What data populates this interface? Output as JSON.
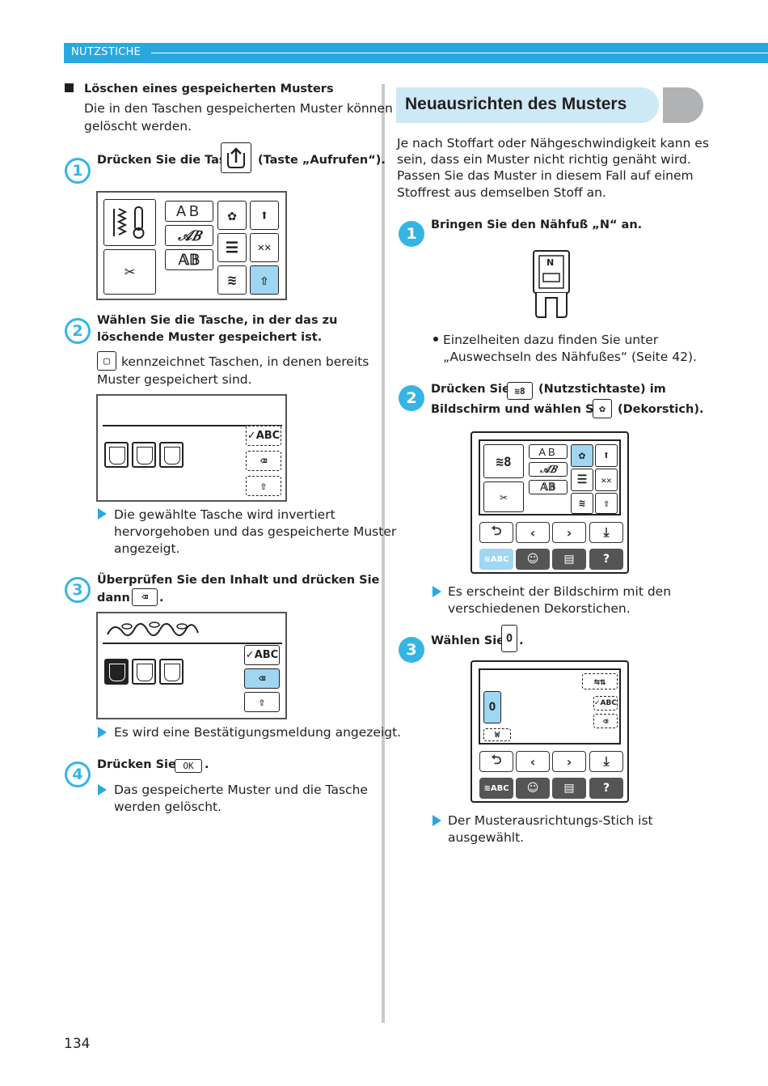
{
  "header": {
    "section": "NUTZSTICHE"
  },
  "page_number": "134",
  "left": {
    "heading": "Löschen eines gespeicherten Musters",
    "intro": [
      "Die in den Taschen gespeicherten Muster können",
      "gelöscht werden."
    ],
    "step1": {
      "num": "1",
      "before": "Drücken Sie die Taste",
      "after": "(Taste „Aufrufen“)."
    },
    "step2": {
      "num": "2",
      "line1": "Wählen Sie die Tasche, in der das zu",
      "line2": "löschende Muster gespeichert ist.",
      "note1": "kennzeichnet Taschen, in denen bereits",
      "note2": "Muster gespeichert sind.",
      "result": [
        "Die gewählte Tasche wird invertiert",
        "hervorgehoben und das gespeicherte Muster",
        "angezeigt."
      ]
    },
    "step3": {
      "num": "3",
      "line1": "Überprüfen Sie den Inhalt und drücken Sie",
      "line2": "dann",
      "result": "Es wird eine Bestätigungsmeldung angezeigt."
    },
    "step4": {
      "num": "4",
      "before": "Drücken Sie",
      "ok_label": "OK",
      "result": [
        "Das gespeicherte Muster und die Tasche",
        "werden gelöscht."
      ]
    },
    "abc_label": "ABC"
  },
  "right": {
    "title": "Neuausrichten des Musters",
    "intro": [
      "Je nach Stoffart oder Nähgeschwindigkeit kann es",
      "sein, dass ein Muster nicht richtig genäht wird.",
      "Passen Sie das Muster in diesem Fall auf einem",
      "Stoffrest aus demselben Stoff an."
    ],
    "step1": {
      "num": "1",
      "text": "Bringen Sie den Nähfuß „N“ an.",
      "foot_letter": "N",
      "bullet": [
        "Einzelheiten dazu finden Sie unter",
        "„Auswechseln des Nähfußes“ (Seite 42)."
      ]
    },
    "step2": {
      "num": "2",
      "a": "Drücken Sie",
      "b": "(Nutzstichtaste) im",
      "c": "Bildschirm und wählen Sie",
      "d": "(Dekorstich).",
      "result": [
        "Es erscheint der Bildschirm mit den",
        "verschiedenen Dekorstichen."
      ]
    },
    "step3": {
      "num": "3",
      "a": "Wählen Sie",
      "result": [
        "Der Musterausrichtungs-Stich ist",
        "ausgewählt."
      ]
    },
    "abc_label": "ABC",
    "ab_label": "AB"
  }
}
